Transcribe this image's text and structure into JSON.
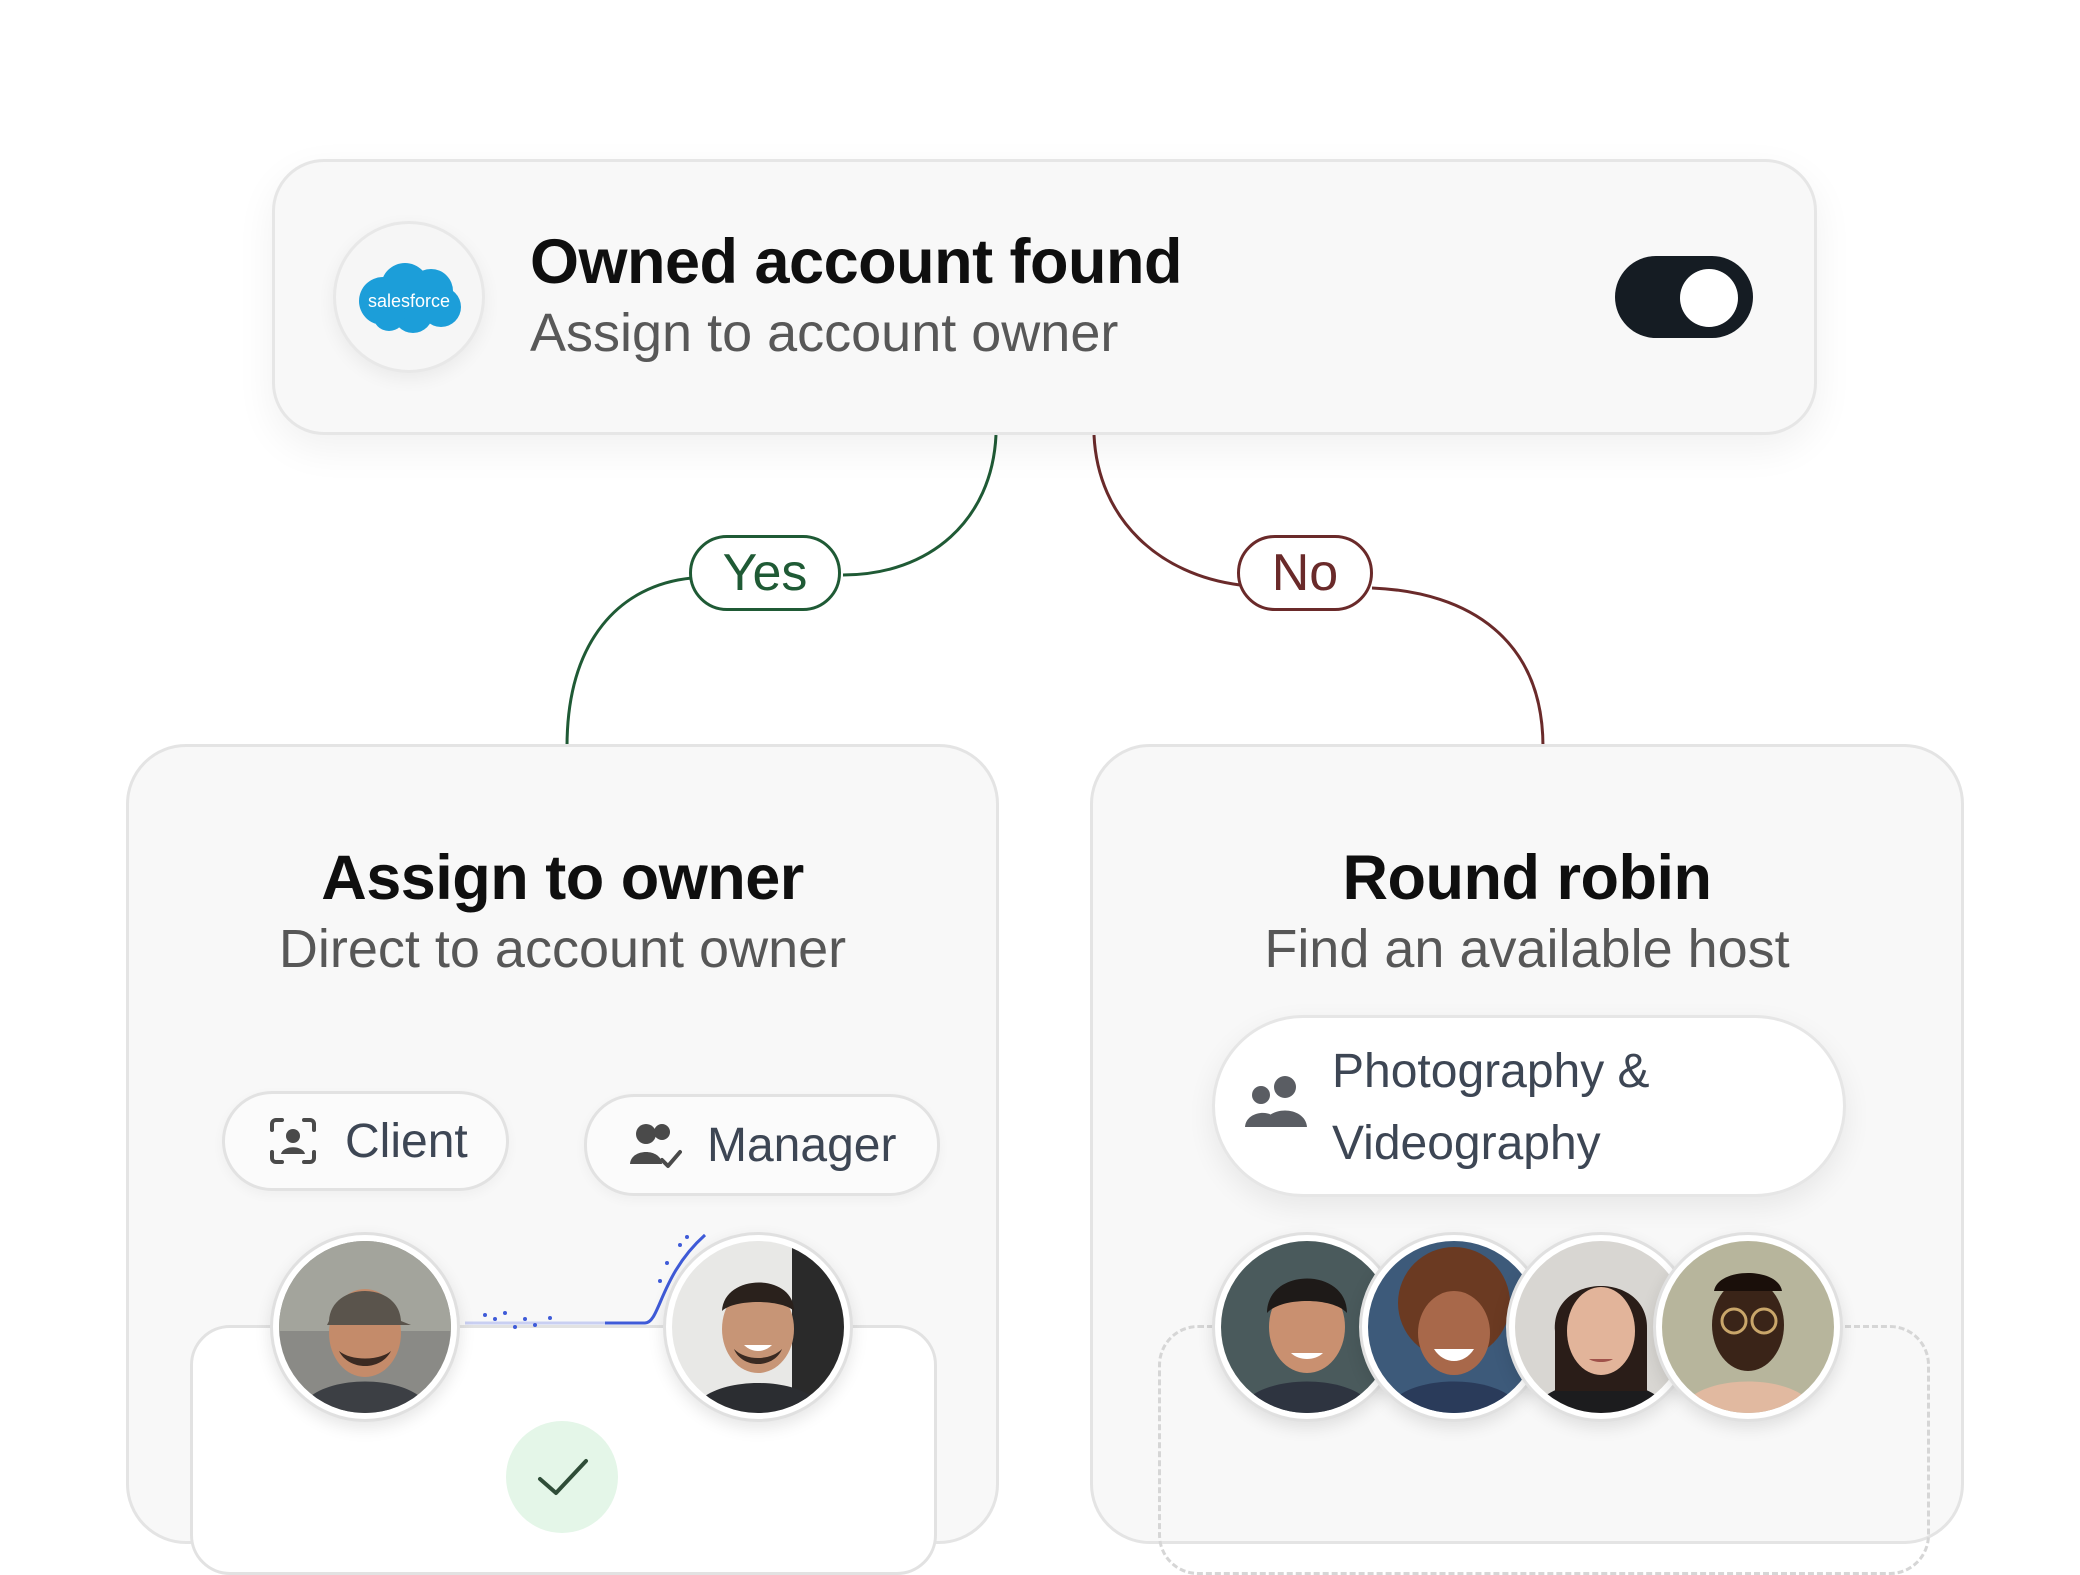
{
  "condition": {
    "logo_text": "salesforce",
    "logo_icon": "salesforce-cloud-icon",
    "title": "Owned account found",
    "subtitle": "Assign to account owner",
    "toggle_on": true
  },
  "branches": {
    "yes_label": "Yes",
    "no_label": "No",
    "yes_color": "#1f5a35",
    "no_color": "#6a2a2a"
  },
  "assign_owner": {
    "title": "Assign to owner",
    "subtitle": "Direct to account owner",
    "chips": [
      {
        "label": "Client",
        "icon": "client-icon"
      },
      {
        "label": "Manager",
        "icon": "manager-icon"
      }
    ],
    "avatars": [
      "client-avatar",
      "manager-avatar"
    ],
    "status_icon": "check-icon"
  },
  "round_robin": {
    "title": "Round robin",
    "subtitle": "Find an available host",
    "team_label": "Photography & Videography",
    "team_icon": "team-icon",
    "avatars": [
      "host-avatar-1",
      "host-avatar-2",
      "host-avatar-3",
      "host-avatar-4"
    ]
  },
  "colors": {
    "toggle_track": "#151c23",
    "salesforce_blue": "#1c9ed9",
    "accent_blue": "#3f5bd8",
    "check_green": "#e4f6e8"
  }
}
